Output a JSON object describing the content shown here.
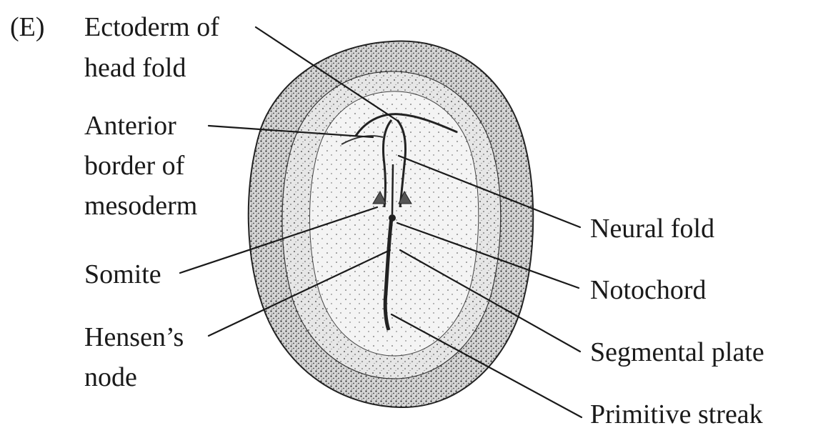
{
  "panel_label": "(E)",
  "labels": {
    "ectoderm_head_fold": [
      "Ectoderm of",
      "head fold"
    ],
    "anterior_border_mesoderm": [
      "Anterior",
      "border of",
      "mesoderm"
    ],
    "somite": "Somite",
    "hensens_node": [
      "Hensen’s",
      "node"
    ],
    "neural_fold": "Neural fold",
    "notochord": "Notochord",
    "segmental_plate": "Segmental plate",
    "primitive_streak": "Primitive streak"
  },
  "colors": {
    "ink": "#1a1a1a",
    "background": "#ffffff",
    "outer_ring": "#c9c9c9",
    "inner_area": "#ececec"
  }
}
